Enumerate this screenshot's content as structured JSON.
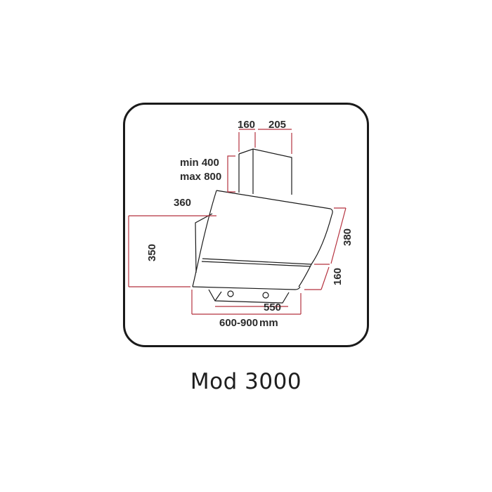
{
  "diagram": {
    "title": "Mod 3000",
    "unit": "mm",
    "dimensions": {
      "chimney_depth_front": "160",
      "chimney_width": "205",
      "chimney_height": "min 400\nmax 800",
      "chimney_height_min": "min 400",
      "chimney_height_max": "max 800",
      "hood_depth_top": "360",
      "hood_total_height": "350",
      "front_panel_upper": "380",
      "front_panel_lower": "160",
      "control_panel_width": "550",
      "hood_width": "600-900",
      "width_unit": "mm"
    },
    "colors": {
      "outline": "#1a1a1a",
      "dimension_lines": "#b5323f",
      "frame": "#1a1a1a",
      "text": "#2b2b2b"
    }
  }
}
